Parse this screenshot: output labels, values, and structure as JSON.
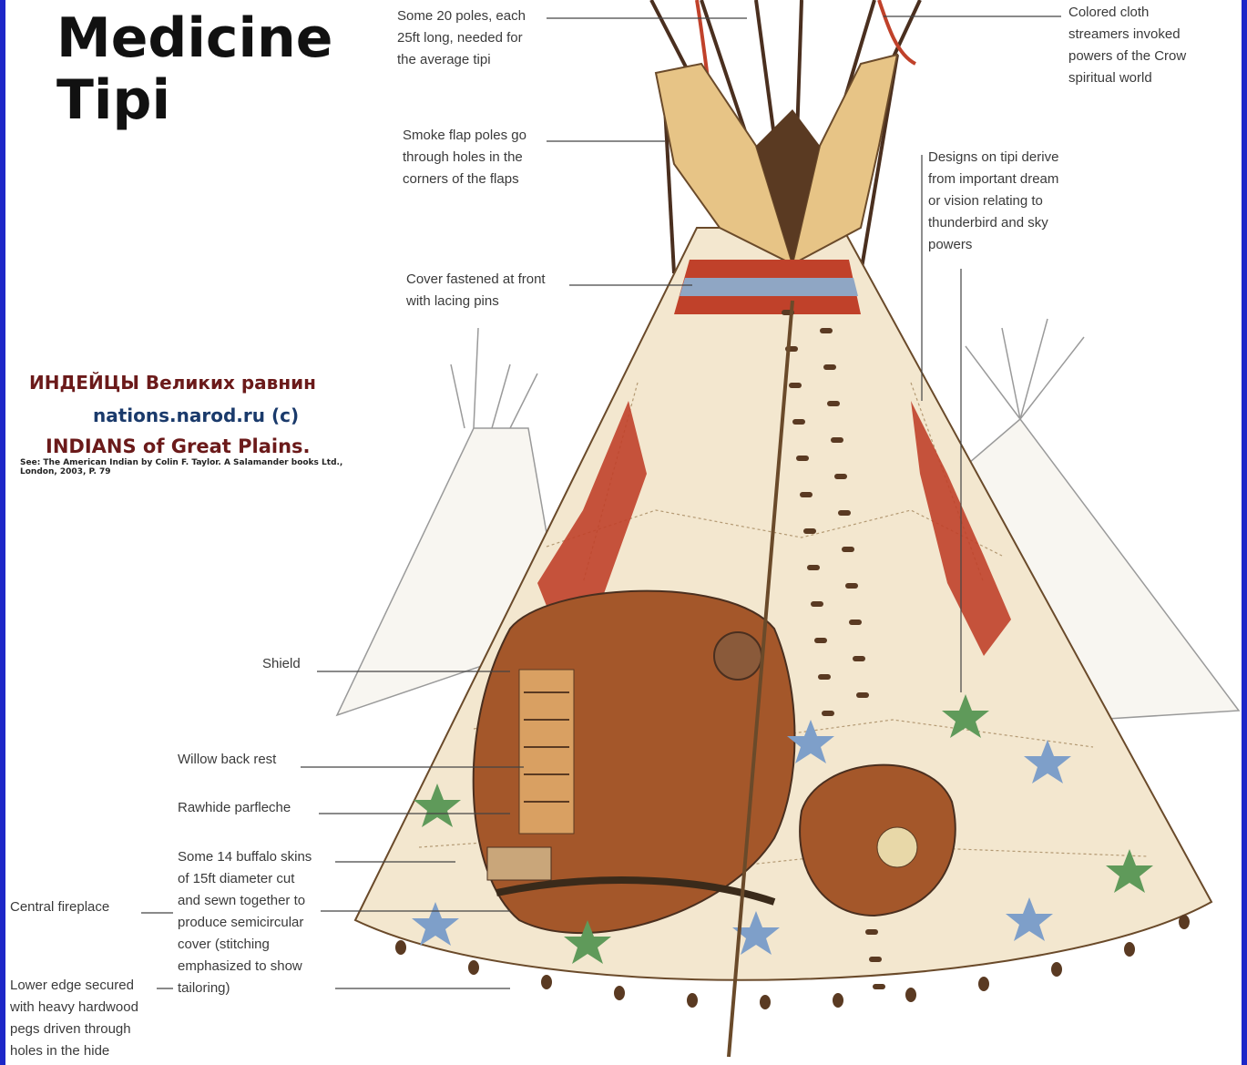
{
  "page": {
    "title": "Medicine\nTipi",
    "russian_title": "ИНДЕЙЦЫ Великих равнин",
    "site": "nations.narod.ru (c)",
    "english_title": "INDIANS of Great Plains.",
    "source_note": "See: The American Indian by Colin F. Taylor. A Salamander books Ltd., London, 2003, P. 79"
  },
  "labels": {
    "poles": "Some 20 poles, each\n25ft long, needed for\nthe average tipi",
    "streamers": "Colored cloth\nstreamers invoked\npowers of the Crow\nspiritual world",
    "smoke_flap": "Smoke flap poles go\nthrough holes in the\ncorners of the flaps",
    "designs": "Designs on tipi derive\nfrom important dream\nor vision relating to\nthunderbird and sky\npowers",
    "cover_fastened": "Cover fastened at front\nwith lacing pins",
    "shield": "Shield",
    "willow_back_rest": "Willow back rest",
    "rawhide_parfleche": "Rawhide parfleche",
    "buffalo_skins": "Some 14 buffalo skins\nof 15ft diameter cut\nand sewn together to\nproduce semicircular\ncover (stitching\nemphasized to show\ntailoring)",
    "central_fireplace": "Central fireplace",
    "lower_edge": "Lower edge secured\nwith heavy hardwood\npegs driven through\nholes in the hide"
  },
  "colors": {
    "frame": "#1d27c8",
    "hide": "#f3e7cf",
    "red_paint": "#c0412a",
    "blue_star": "#7e9fc9",
    "green_star": "#5f9a5a",
    "interior": "#a4572a"
  }
}
